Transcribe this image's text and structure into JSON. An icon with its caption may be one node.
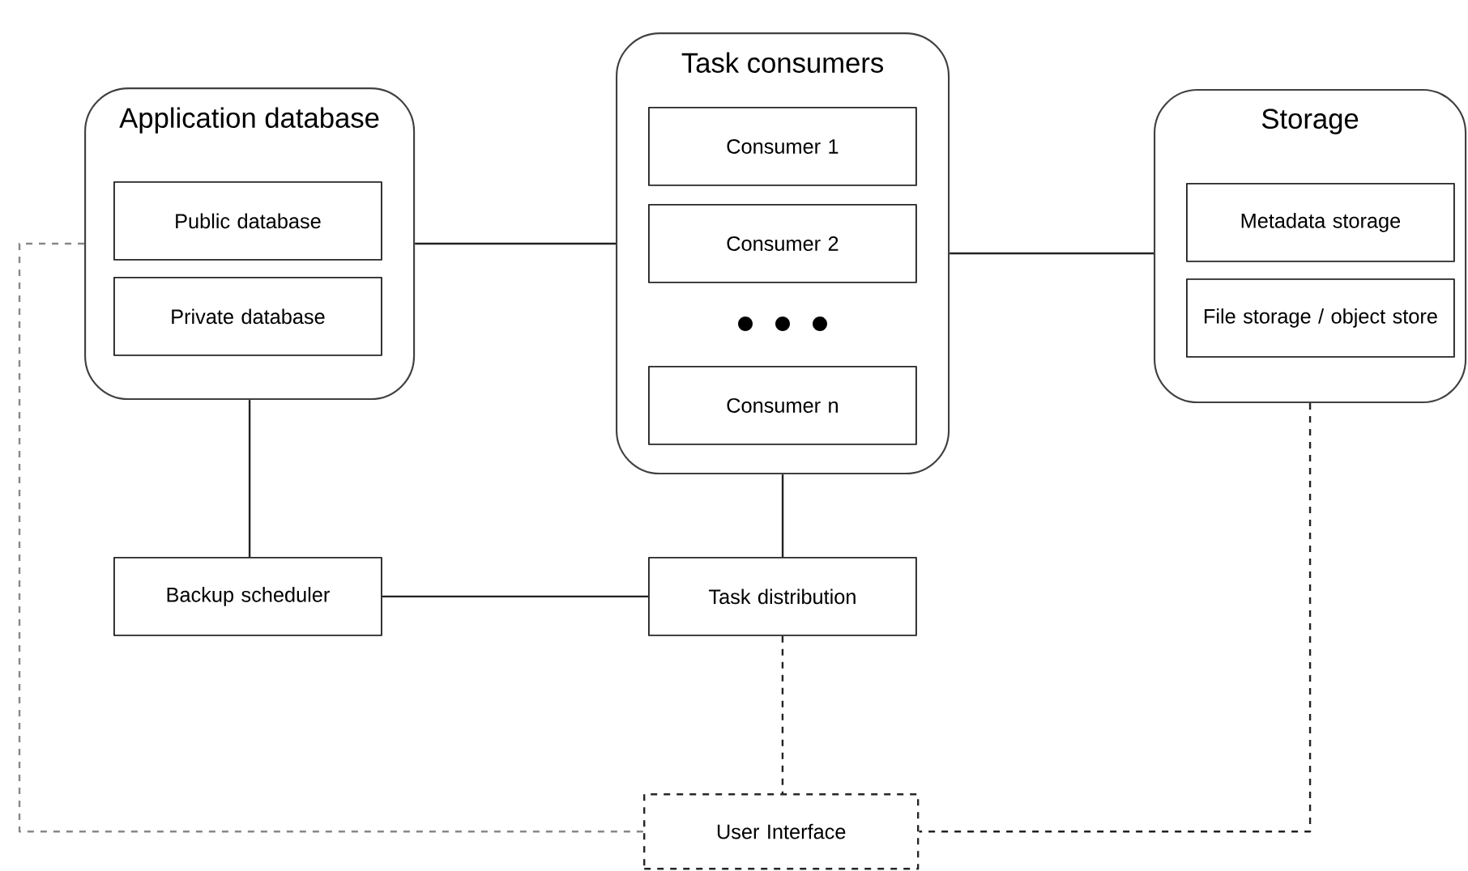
{
  "diagram": {
    "nodes": [
      {
        "text": [
          "Application database"
        ]
      },
      {
        "text": [
          "Public database"
        ],
        "in": 0
      },
      {
        "text": [
          "Private database"
        ],
        "in": 0
      },
      {
        "text": [
          "Task consumers"
        ]
      },
      {
        "text": [
          "Consumer 1"
        ],
        "in": 3
      },
      {
        "text": [
          "Consumer 2"
        ],
        "in": 3
      },
      {
        "text": [
          "Consumer n"
        ],
        "in": 3
      },
      {
        "text": [
          "Storage"
        ]
      },
      {
        "text": [
          "Metadata storage"
        ],
        "in": 7
      },
      {
        "text": [
          "File storage / object store"
        ],
        "in": 7
      },
      {
        "text": [
          "Backup scheduler"
        ]
      },
      {
        "text": [
          "Task distribution"
        ]
      },
      {
        "text": [
          "User Interface"
        ]
      }
    ],
    "edges": [
      {
        "from": 0,
        "to": 3,
        "arrow": "none"
      },
      {
        "from": 3,
        "to": 7,
        "arrow": "none"
      },
      {
        "from": 0,
        "to": 10,
        "arrow": "none"
      },
      {
        "from": 10,
        "to": 11,
        "arrow": "none"
      },
      {
        "from": 3,
        "to": 11,
        "arrow": "none"
      },
      {
        "from": 11,
        "to": 12,
        "arrow": "none",
        "style": "dashed"
      },
      {
        "from": 0,
        "to": 12,
        "arrow": "none",
        "style": "dashed",
        "color": "#888888"
      },
      {
        "from": 7,
        "to": 12,
        "arrow": "none",
        "style": "dashed"
      }
    ]
  }
}
